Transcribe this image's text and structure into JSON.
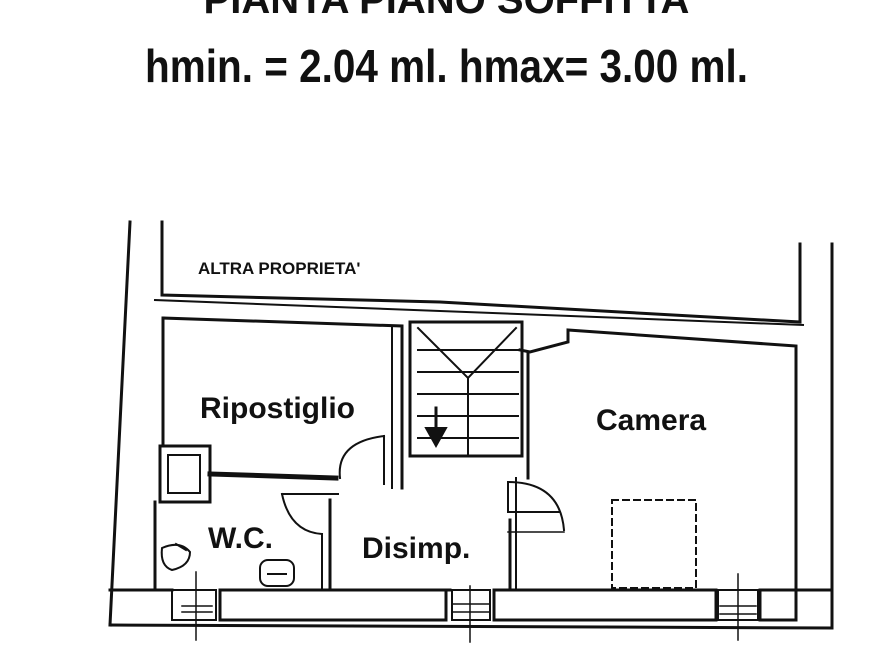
{
  "title": {
    "line1": "PIANTA PIANO SOFFITTA",
    "line2": "hmin. = 2.04 ml.  hmax= 3.00 ml."
  },
  "labels": {
    "neighbor": "ALTRA PROPRIETA'",
    "storage": "Ripostiglio",
    "bedroom": "Camera",
    "wc": "W.C.",
    "hallway": "Disimp."
  },
  "colors": {
    "ink": "#111111",
    "background": "#ffffff"
  }
}
